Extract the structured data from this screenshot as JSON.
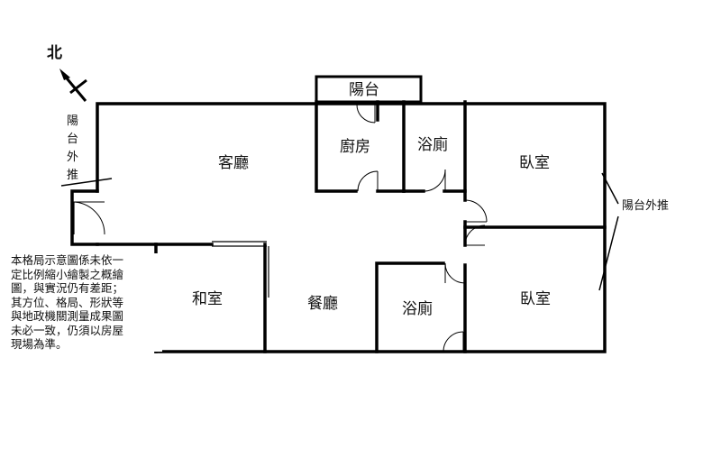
{
  "compass": {
    "north_label": "北"
  },
  "balcony_top": {
    "label": "陽台"
  },
  "balcony_left": {
    "chars": [
      "陽",
      "台",
      "外",
      "推"
    ]
  },
  "balcony_right": {
    "label": "陽台外推"
  },
  "rooms": {
    "living_room": "客廳",
    "kitchen": "廚房",
    "bathroom_top": "浴廁",
    "bedroom_top": "臥室",
    "japanese_room": "和室",
    "dining_room": "餐廳",
    "bathroom_bottom": "浴廁",
    "bedroom_bottom": "臥室"
  },
  "disclaimer": "本格局示意圖係未依一\n定比例縮小繪製之概繪\n圖，與實況仍有差距；\n其方位、格局、形狀等\n與地政機關測量成果圖\n未必一致，仍須以房屋\n現場為準。"
}
